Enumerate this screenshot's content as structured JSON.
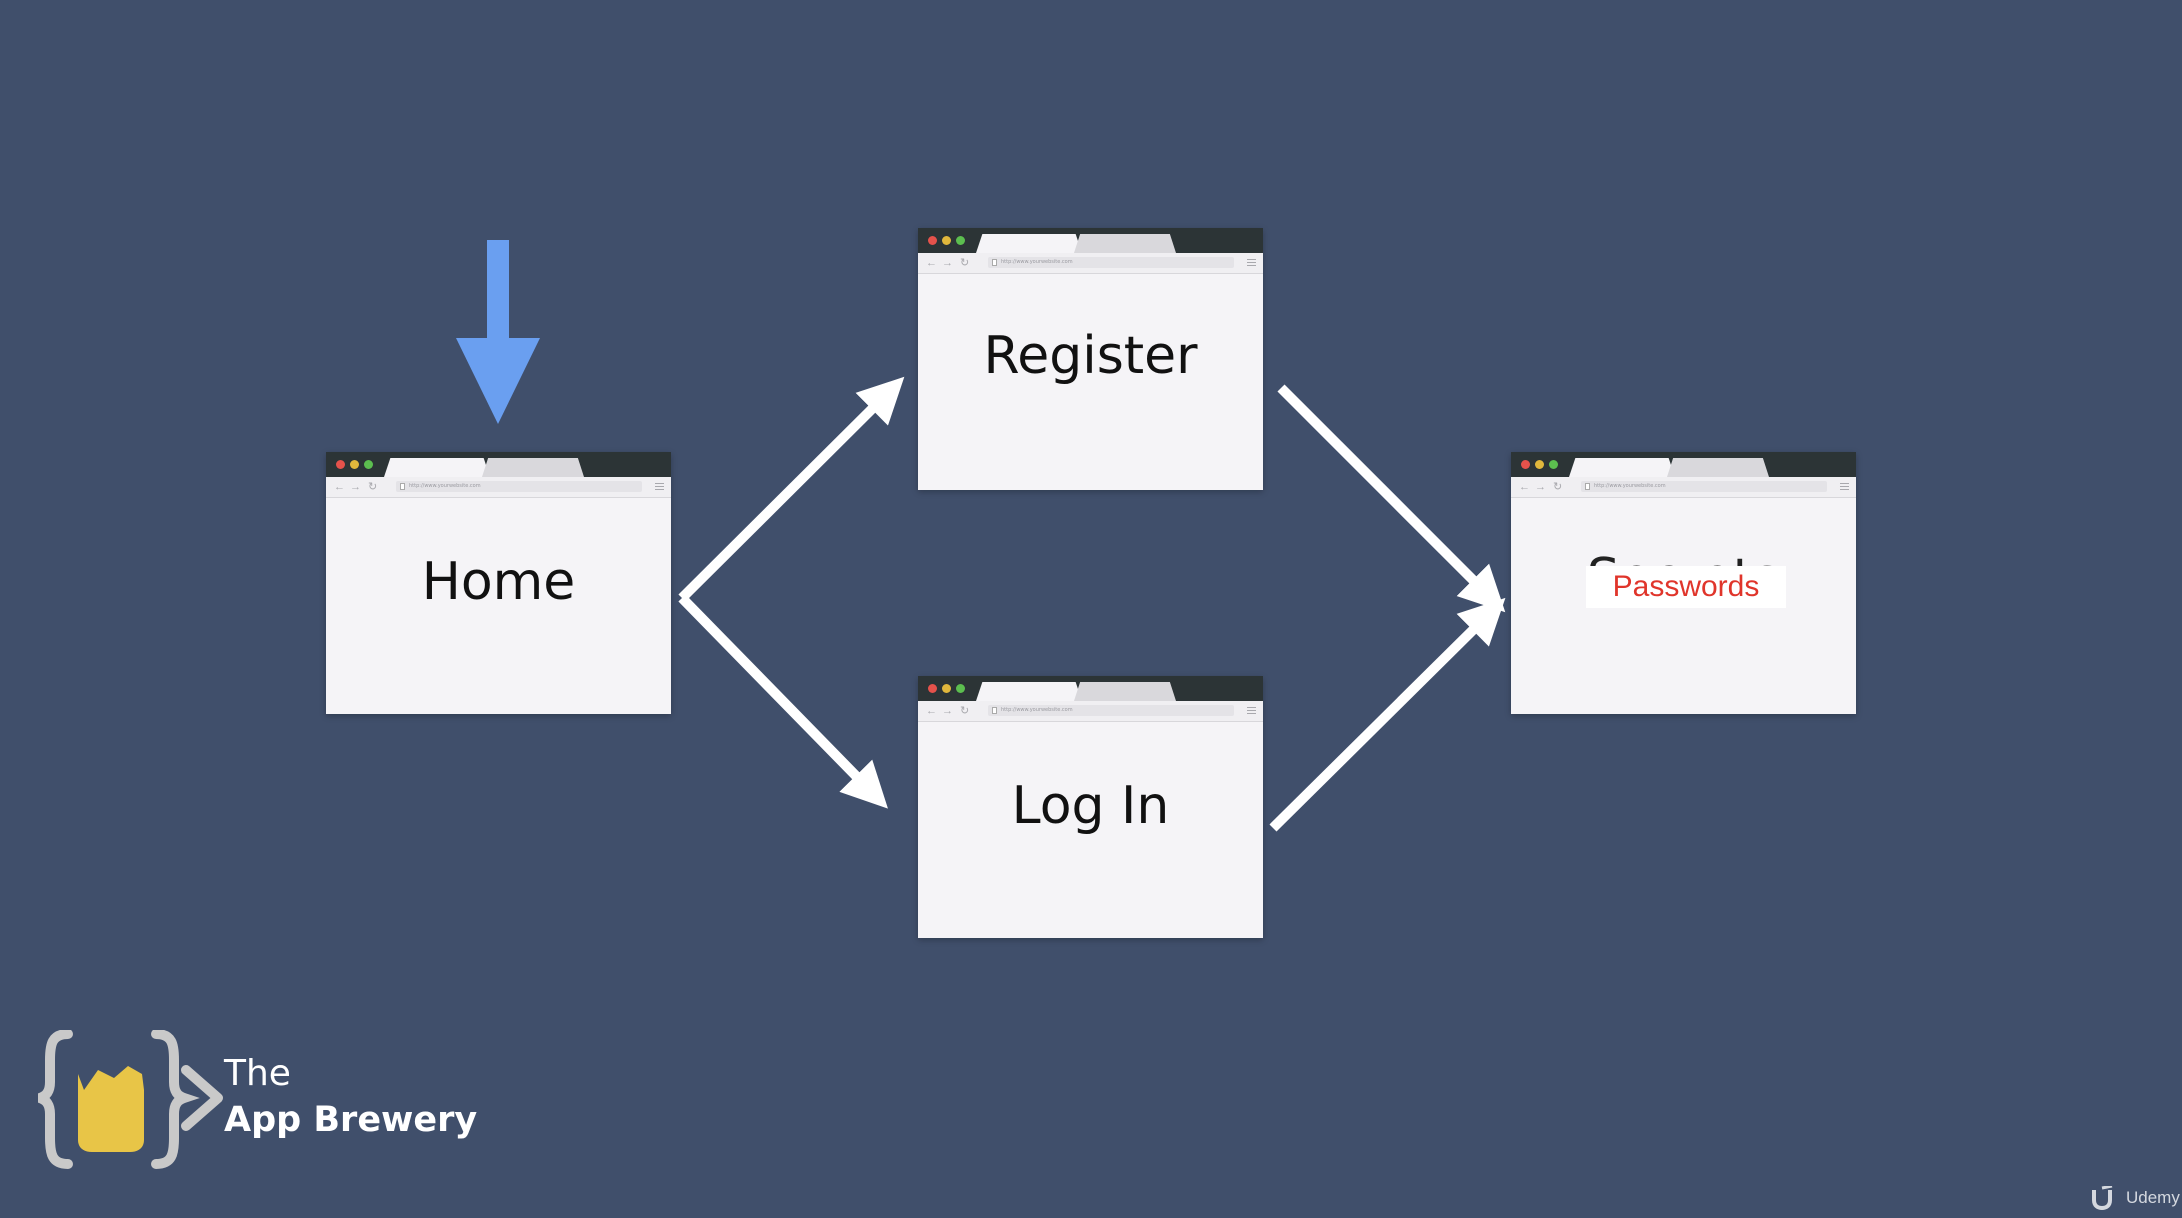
{
  "diagram": {
    "nodes": [
      {
        "id": "home",
        "label": "Home"
      },
      {
        "id": "register",
        "label": "Register"
      },
      {
        "id": "login",
        "label": "Log In"
      },
      {
        "id": "secrets",
        "label": "Secrets",
        "overlay_label": "Passwords"
      }
    ],
    "edges": [
      {
        "from": "home",
        "to": "register"
      },
      {
        "from": "home",
        "to": "login"
      },
      {
        "from": "register",
        "to": "secrets"
      },
      {
        "from": "login",
        "to": "secrets"
      }
    ],
    "entry_node": "home",
    "browser": {
      "url_text": "http://www.yourwebsite.com"
    }
  },
  "colors": {
    "background": "#404f6b",
    "entry_arrow": "#6a9ff0",
    "edge_arrow": "#ffffff",
    "overlay_text": "#e0352b",
    "logo_cup": "#e8c547",
    "logo_brace": "#c9c9c9"
  },
  "icons": {
    "entry": "down-arrow-icon",
    "logo": "app-brewery-logo-icon",
    "watermark": "udemy-logo-icon"
  },
  "branding": {
    "line1": "The",
    "line2": "App Brewery"
  },
  "watermark": {
    "text": "Udemy"
  }
}
